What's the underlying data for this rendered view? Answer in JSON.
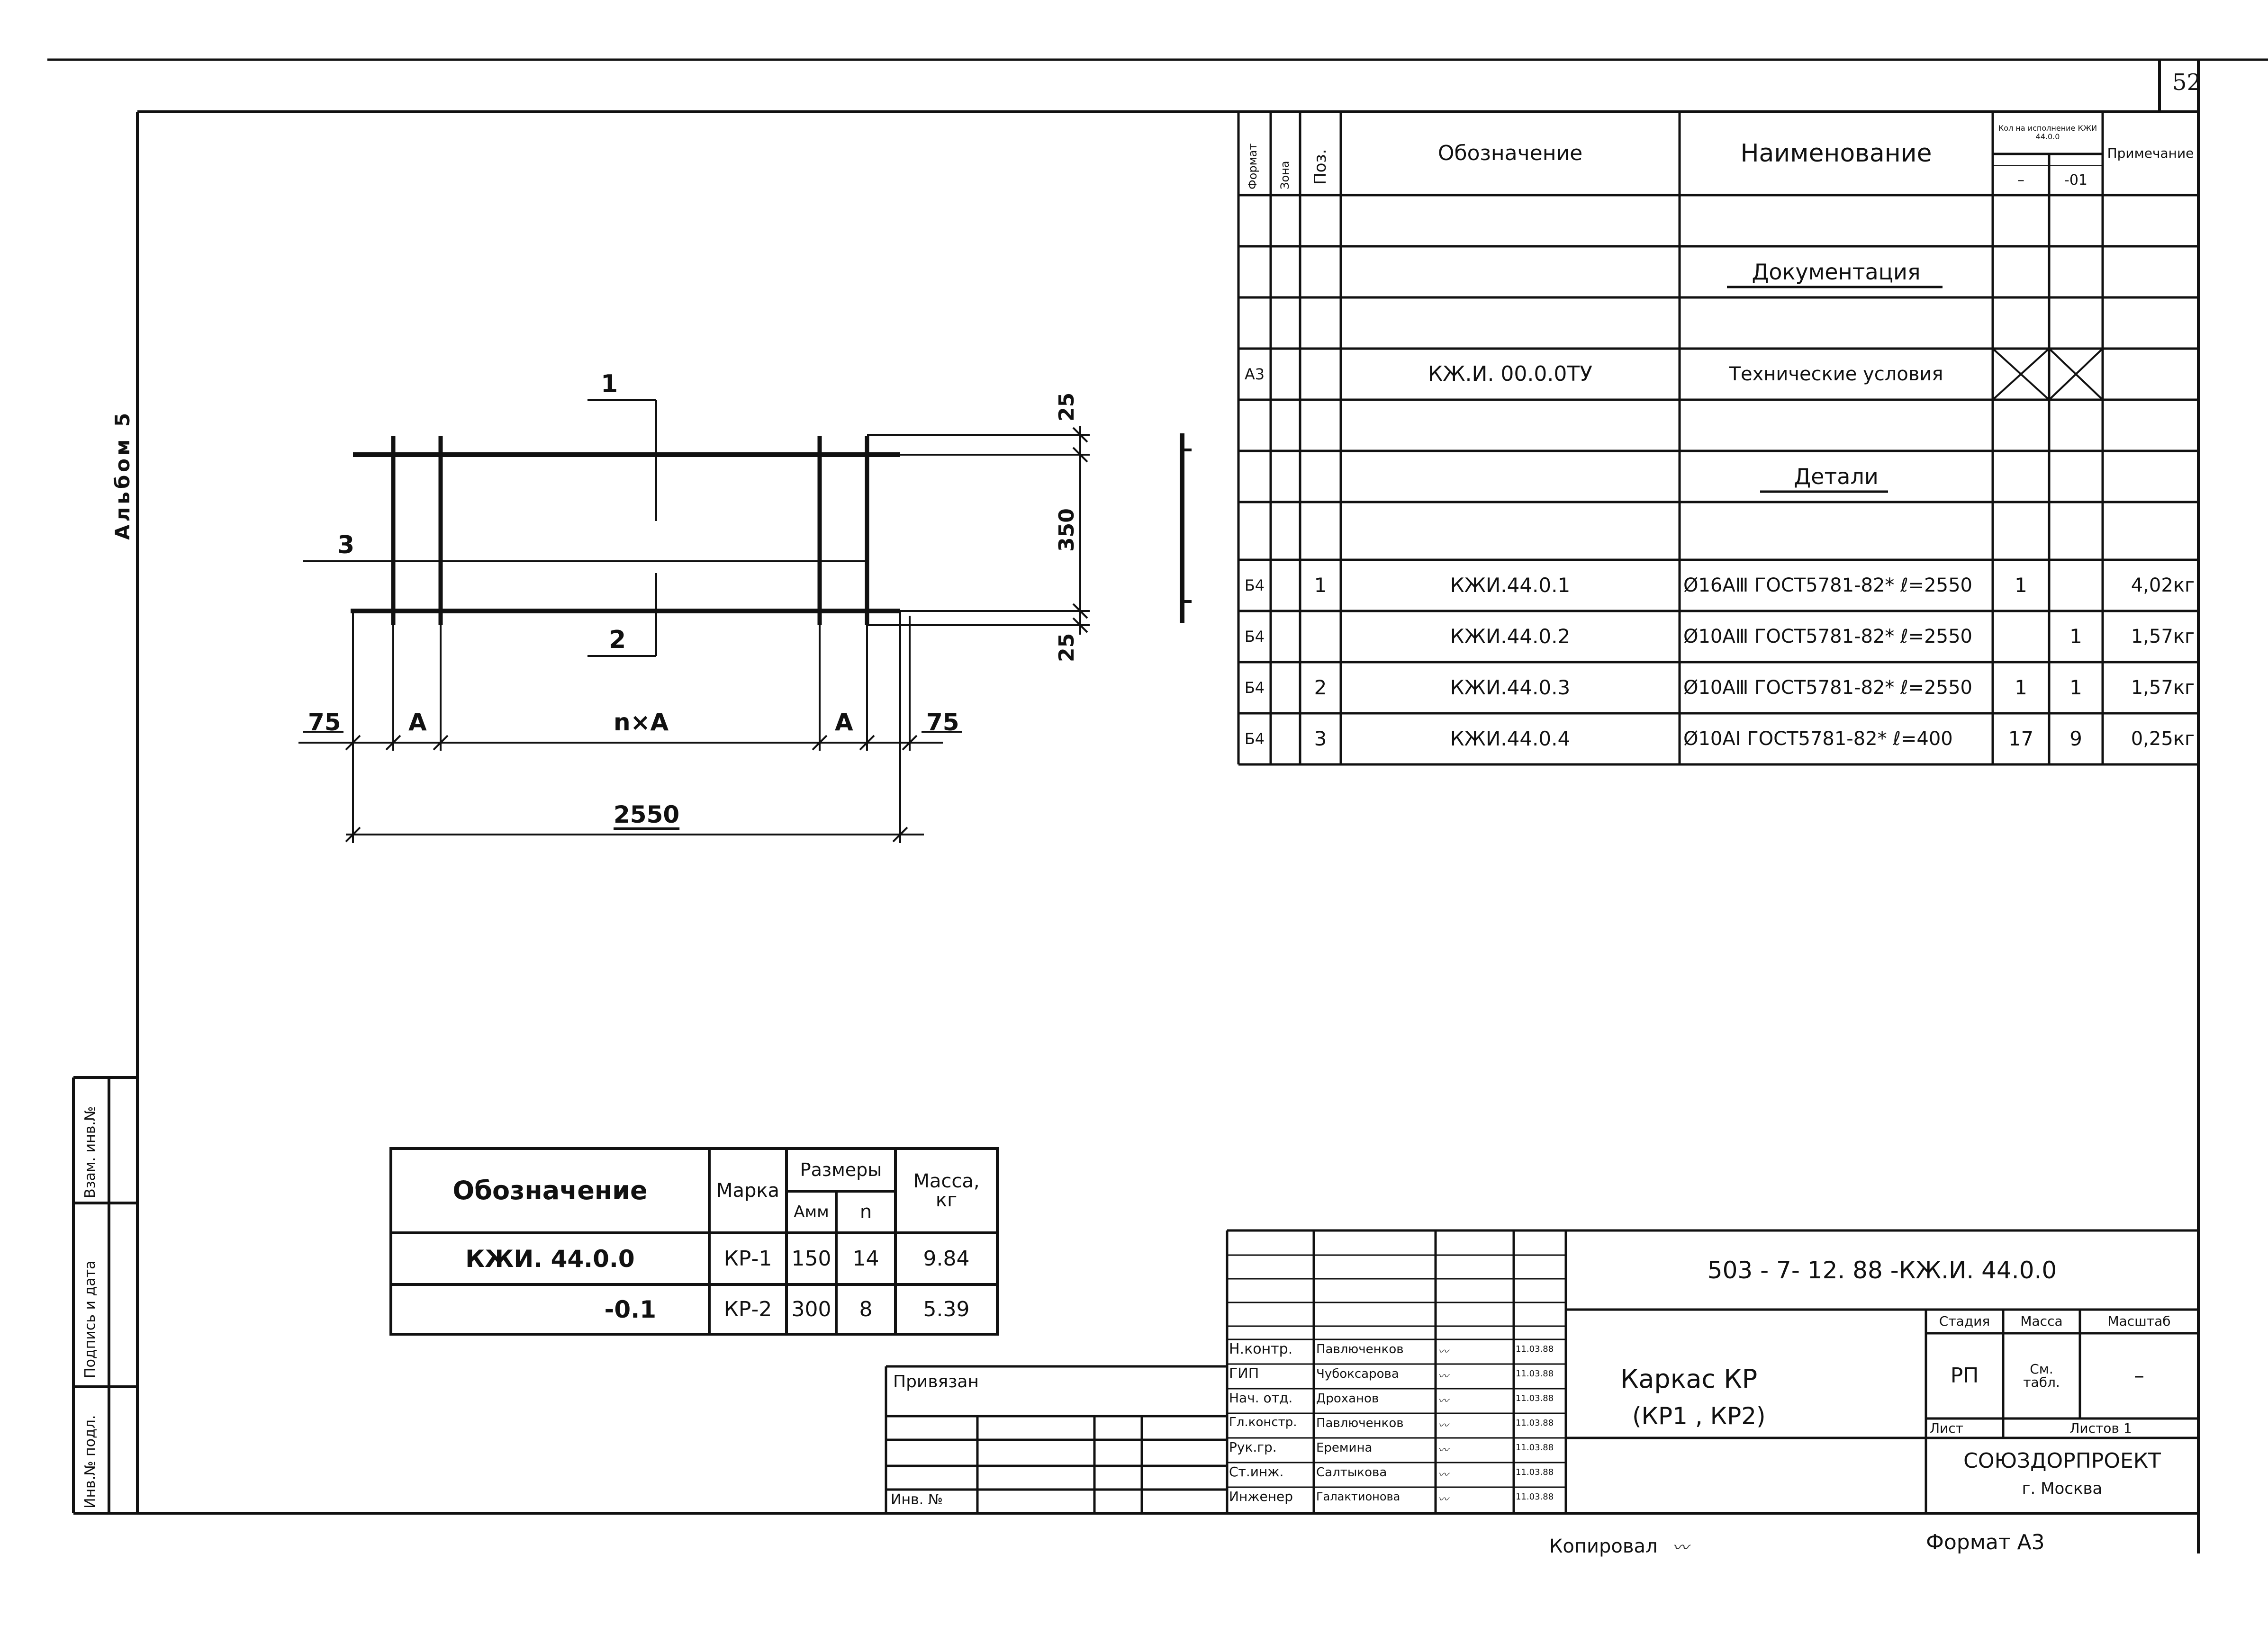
{
  "page_number": "52",
  "album": "Альбом 5",
  "spec": {
    "headers": {
      "format": "Формат",
      "zone": "Зона",
      "pos": "Поз.",
      "designation": "Обозначение",
      "name": "Наименование",
      "qty_title": "Кол на исполнение КЖИ 44.0.0",
      "qty_a": "–",
      "qty_b": "-01",
      "note": "Примечание"
    },
    "sections": {
      "documentation": "Документация",
      "details": "Детали"
    },
    "doc_row": {
      "format": "А3",
      "designation": "КЖ.И. 00.0.0ТУ",
      "name": "Технические условия"
    },
    "rows": [
      {
        "format": "Б4",
        "pos": "1",
        "designation": "КЖИ.44.0.1",
        "name": "Ø16АⅢ ГОСТ5781-82* ℓ=2550",
        "q1": "1",
        "q2": "",
        "note": "4,02кг"
      },
      {
        "format": "Б4",
        "pos": "",
        "designation": "КЖИ.44.0.2",
        "name": "Ø10АⅢ ГОСТ5781-82* ℓ=2550",
        "q1": "",
        "q2": "1",
        "note": "1,57кг"
      },
      {
        "format": "Б4",
        "pos": "2",
        "designation": "КЖИ.44.0.3",
        "name": "Ø10АⅢ ГОСТ5781-82* ℓ=2550",
        "q1": "1",
        "q2": "1",
        "note": "1,57кг"
      },
      {
        "format": "Б4",
        "pos": "3",
        "designation": "КЖИ.44.0.4",
        "name": "Ø10АⅠ ГОСТ5781-82* ℓ=400",
        "q1": "17",
        "q2": "9",
        "note": "0,25кг"
      }
    ]
  },
  "drawing": {
    "pos1": "1",
    "pos2": "2",
    "pos3": "3",
    "dim_top": "25",
    "dim_mid": "350",
    "dim_bot": "25",
    "dim_75_left": "75",
    "dim_a_left": "А",
    "dim_nxa": "n×А",
    "dim_a_right": "А",
    "dim_75_right": "75",
    "dim_total": "2550"
  },
  "variants": {
    "headers": {
      "designation": "Обозначение",
      "mark": "Марка",
      "sizes": "Размеры",
      "a_mm": "Амм",
      "n": "n",
      "mass": "Масса, кг"
    },
    "rows": [
      {
        "designation": "КЖИ. 44.0.0",
        "mark": "КР-1",
        "a": "150",
        "n": "14",
        "mass": "9.84"
      },
      {
        "designation": "-0.1",
        "mark": "КР-2",
        "a": "300",
        "n": "8",
        "mass": "5.39"
      }
    ]
  },
  "side_stamp": {
    "inv_podl": "Инв.№ подл.",
    "sign_date": "Подпись и дата",
    "vzam": "Взам. инв.№"
  },
  "privyazan": {
    "title": "Привязан",
    "inv": "Инв. №"
  },
  "title_block": {
    "code": "503 - 7- 12. 88 -КЖ.И. 44.0.0",
    "staff": [
      {
        "role": "Н.контр.",
        "name": "Павлюченков",
        "date": "11.03.88"
      },
      {
        "role": "ГИП",
        "name": "Чубоксарова",
        "date": "11.03.88"
      },
      {
        "role": "Нач. отд.",
        "name": "Дроханов",
        "date": "11.03.88"
      },
      {
        "role": "Гл.констр.",
        "name": "Павлюченков",
        "date": "11.03.88"
      },
      {
        "role": "Рук.гр.",
        "name": "Еремина",
        "date": "11.03.88"
      },
      {
        "role": "Ст.инж.",
        "name": "Салтыкова",
        "date": "11.03.88"
      },
      {
        "role": "Инженер",
        "name": "Галактионова",
        "date": "11.03.88"
      }
    ],
    "title_line1": "Каркас КР",
    "title_line2": "(КР1 , КР2)",
    "stage_label": "Стадия",
    "mass_label": "Масса",
    "scale_label": "Масштаб",
    "stage": "РП",
    "mass": "См. табл.",
    "scale": "–",
    "sheet_label": "Лист",
    "sheets_label": "Листов 1",
    "org": "СОЮЗДОРПРОЕКТ",
    "city": "г. Москва"
  },
  "footer": {
    "copied": "Копировал",
    "format": "Формат А3"
  }
}
